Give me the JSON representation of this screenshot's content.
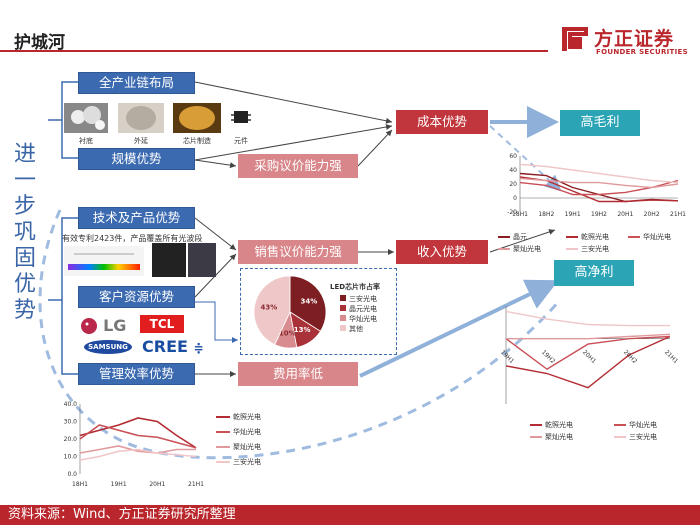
{
  "header": {
    "title": "护城河",
    "logo_cn": "方正证券",
    "logo_en": "FOUNDER SECURITIES"
  },
  "side_label": "进一步巩固优势",
  "left_boxes": {
    "chain": "全产业链布局",
    "scale": "规模优势",
    "tech": "技术及产品优势",
    "customer": "客户资源优势",
    "mgmt": "管理效率优势"
  },
  "thumbs": [
    "衬底",
    "外延",
    "芯片制造",
    "元件"
  ],
  "patent_note": "有效专利2423件，产品覆盖所有光波段",
  "brands": {
    "lg": "LG",
    "tcl": "TCL",
    "samsung": "SAMSUNG",
    "cree": "CREE"
  },
  "mid_boxes": {
    "purchase": "采购议价能力强",
    "sales": "销售议价能力强",
    "expense": "费用率低"
  },
  "right_boxes": {
    "cost": "成本优势",
    "revenue": "收入优势"
  },
  "target_boxes": {
    "gross": "高毛利",
    "net": "高净利"
  },
  "footer": "资料来源：Wind、方正证券研究所整理",
  "colors": {
    "brand_red": "#b9272d",
    "blue": "#3b6ab0",
    "pink": "#d9868a",
    "teal": "#2ba4b5"
  },
  "chart_data": [
    {
      "type": "pie",
      "title": "LED芯片市占率",
      "categories": [
        "三安光电",
        "晶元光电",
        "华灿光电",
        "其他"
      ],
      "values": [
        34,
        13,
        10,
        43
      ],
      "labels": [
        "34%",
        "13%",
        "10%",
        "43%"
      ]
    },
    {
      "type": "line",
      "categories": [
        "18H1",
        "18H2",
        "19H1",
        "19H2",
        "20H1",
        "20H2",
        "21H1"
      ],
      "y_ticks": [
        "60",
        "40",
        "20",
        "0",
        "-20"
      ],
      "ylim": [
        -20,
        60
      ],
      "series": [
        {
          "name": "晶元",
          "values": [
            35,
            32,
            15,
            5,
            -5,
            -2,
            -4
          ]
        },
        {
          "name": "乾照光电",
          "values": [
            30,
            25,
            10,
            -5,
            -5,
            -3,
            -4
          ]
        },
        {
          "name": "华灿光电",
          "values": [
            22,
            18,
            5,
            5,
            8,
            15,
            25
          ]
        },
        {
          "name": "聚灿光电",
          "values": [
            28,
            25,
            22,
            22,
            18,
            15,
            20
          ]
        },
        {
          "name": "三安光电",
          "values": [
            48,
            45,
            40,
            35,
            30,
            25,
            22
          ]
        }
      ]
    },
    {
      "type": "line",
      "categories": [
        "19H1",
        "19H2",
        "20H1",
        "20H2",
        "21H1"
      ],
      "ylim": [
        -60,
        30
      ],
      "series": [
        {
          "name": "乾照光电",
          "values": [
            -25,
            -32,
            -45,
            -15,
            2
          ]
        },
        {
          "name": "华灿光电",
          "values": [
            0,
            -28,
            -5,
            0,
            2
          ]
        },
        {
          "name": "聚灿光电",
          "values": [
            0,
            0,
            0,
            2,
            4
          ]
        },
        {
          "name": "三安光电",
          "values": [
            25,
            18,
            13,
            12,
            12
          ]
        }
      ]
    },
    {
      "type": "line",
      "categories": [
        "18H1",
        "19H1",
        "20H1",
        "21H1"
      ],
      "x_ticks": [
        "18H1",
        "19H1",
        "20H1",
        "21H1"
      ],
      "y_ticks": [
        "40.0",
        "30.0",
        "20.0",
        "10.0",
        "0.0"
      ],
      "ylim": [
        0,
        40
      ],
      "series": [
        {
          "name": "乾照光电",
          "values": [
            22,
            25,
            28,
            32,
            30,
            22,
            15
          ]
        },
        {
          "name": "华灿光电",
          "values": [
            20,
            28,
            25,
            22,
            21,
            18,
            15
          ]
        },
        {
          "name": "聚灿光电",
          "values": [
            12,
            14,
            16,
            13,
            12,
            14,
            14
          ]
        },
        {
          "name": "三安光电",
          "values": [
            8,
            10,
            13,
            14,
            12,
            11,
            10
          ]
        }
      ]
    }
  ]
}
